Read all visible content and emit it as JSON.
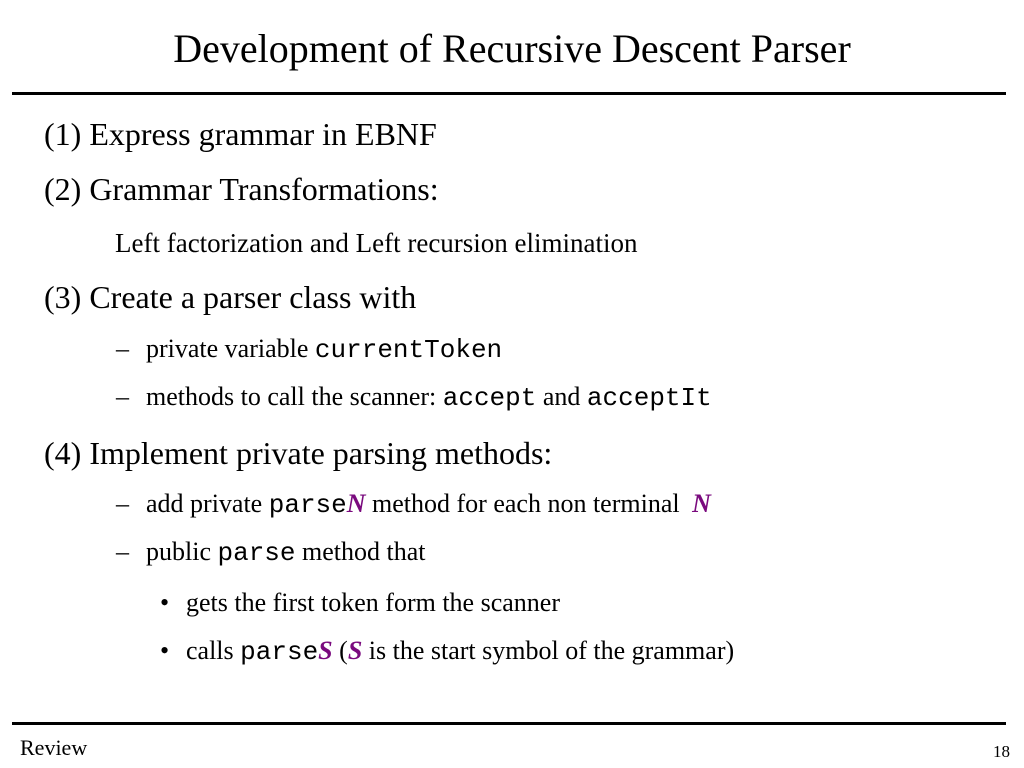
{
  "slide": {
    "title": "Development of Recursive Descent Parser",
    "steps": [
      {
        "label": "(1) Express grammar in EBNF"
      },
      {
        "label": "(2) Grammar Transformations:",
        "sub": "Left factorization and Left recursion elimination"
      },
      {
        "label": "(3) Create a parser class with",
        "items": [
          {
            "dash": "–",
            "text": "private variable ",
            "code": "currentToken"
          },
          {
            "dash": "–",
            "text": "methods to call the scanner: ",
            "code1": "accept",
            "mid": " and ",
            "code2": "acceptIt"
          }
        ]
      },
      {
        "label": "(4) Implement private parsing methods:",
        "items": [
          {
            "dash": "–",
            "text": "add private ",
            "code": "parse",
            "sym": "N",
            "rest": " method for each non terminal ",
            "sym2": "N"
          },
          {
            "dash": "–",
            "text": "public ",
            "code": "parse",
            "rest": " method that",
            "bullets": [
              {
                "mark": "•",
                "text": "gets the first token form the scanner"
              },
              {
                "mark": "•",
                "pre": "calls ",
                "code": "parse",
                "sym": "S",
                "open": " (",
                "sym2": "S",
                "rest": " is the start symbol of the grammar)"
              }
            ]
          }
        ]
      }
    ]
  },
  "footer": {
    "left": "Review",
    "page": "18"
  },
  "colors": {
    "symbol": "#7a0a7e",
    "text": "#000000",
    "background": "#ffffff"
  }
}
